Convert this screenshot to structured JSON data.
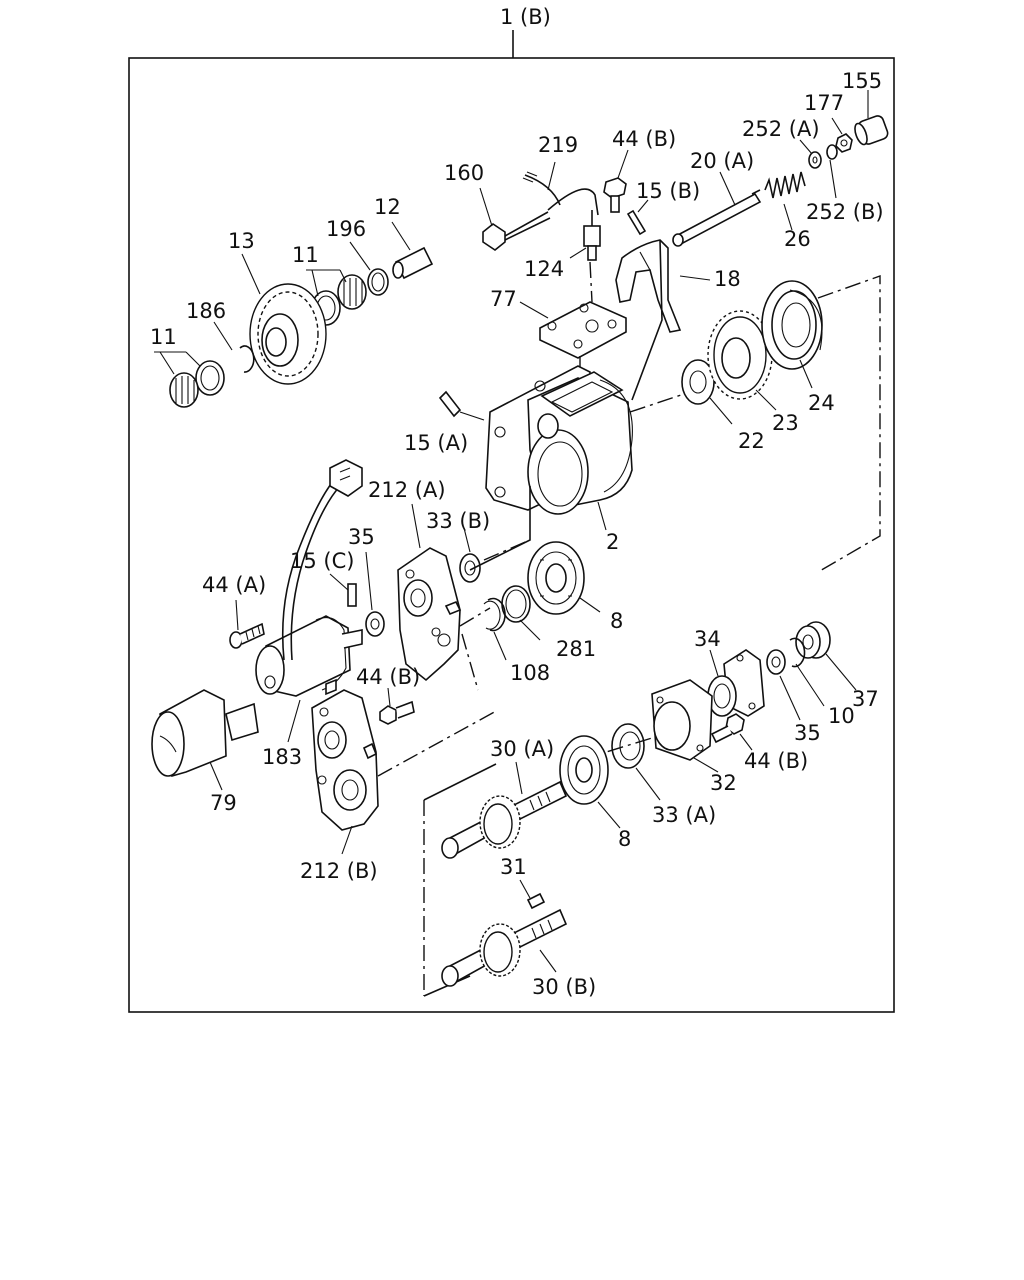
{
  "diagram": {
    "assembly_label": "1 (B)",
    "labels": {
      "l155": "155",
      "l177": "177",
      "l252a": "252 (A)",
      "l252b": "252 (B)",
      "l44b_top": "44 (B)",
      "l219": "219",
      "l160": "160",
      "l20a": "20 (A)",
      "l15b": "15 (B)",
      "l26": "26",
      "l124": "124",
      "l18": "18",
      "l12": "12",
      "l196": "196",
      "l13": "13",
      "l11_upper": "11",
      "l186": "186",
      "l11_lower": "11",
      "l77": "77",
      "l24": "24",
      "l23": "23",
      "l22": "22",
      "l15a": "15 (A)",
      "l212a": "212 (A)",
      "l33b": "33 (B)",
      "l2": "2",
      "l35_left": "35",
      "l15c": "15 (C)",
      "l44a": "44 (A)",
      "l8_upper": "8",
      "l281": "281",
      "l108": "108",
      "l34": "34",
      "l37": "37",
      "l44b_mid": "44 (B)",
      "l35_right": "35",
      "l10": "10",
      "l183": "183",
      "l79": "79",
      "l30a": "30 (A)",
      "l44b_right": "44 (B)",
      "l32": "32",
      "l33a": "33 (A)",
      "l8_lower": "8",
      "l212b": "212 (B)",
      "l31": "31",
      "l30b": "30 (B)"
    }
  }
}
